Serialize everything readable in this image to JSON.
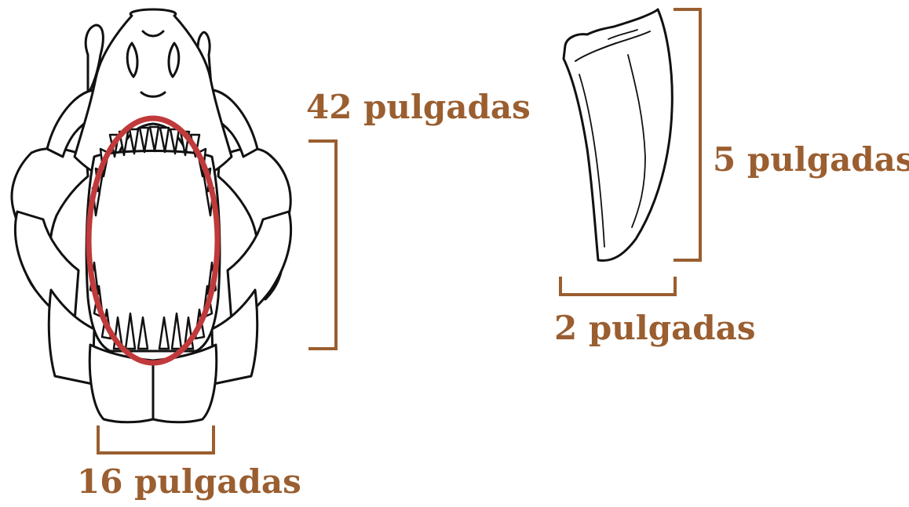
{
  "labels": {
    "jaw_height": "42 pulgadas",
    "jaw_width": "16 pulgadas",
    "tooth_height": "5 pulgadas",
    "tooth_width": "2 pulgadas"
  },
  "colors": {
    "measure": "#9a5e30",
    "highlight": "#c0393b",
    "outline": "#111111"
  },
  "icons": {
    "skull": "shark-skull-front-view",
    "tooth": "shark-tooth"
  }
}
